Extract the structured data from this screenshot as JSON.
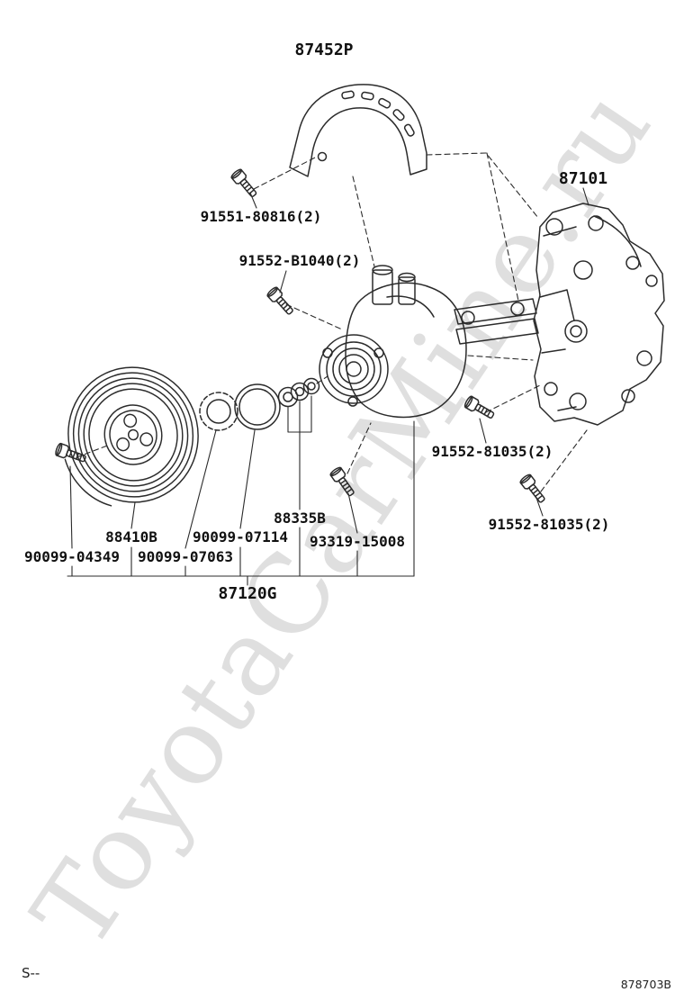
{
  "watermark": "ToyotaCarMine.ru",
  "footer": {
    "left": "S--",
    "right": "878703B"
  },
  "labels": {
    "cover": "87452P",
    "bracket": "87101",
    "cover_bolt": "91551-80816(2)",
    "pump_bolt": "91552-B1040(2)",
    "bracket_bolt_upper": "91552-81035(2)",
    "bracket_bolt_lower": "91552-81035(2)",
    "washer_set": "88335B",
    "pulley": "88410B",
    "snap_ring": "90099-07114",
    "stud_bolt": "93319-15008",
    "pulley_bolt": "90099-04349",
    "lock_washer": "90099-07063",
    "pump_assembly": "87120G"
  },
  "colors": {
    "line": "#2b2b2b",
    "watermark": "#cfcfcf"
  }
}
